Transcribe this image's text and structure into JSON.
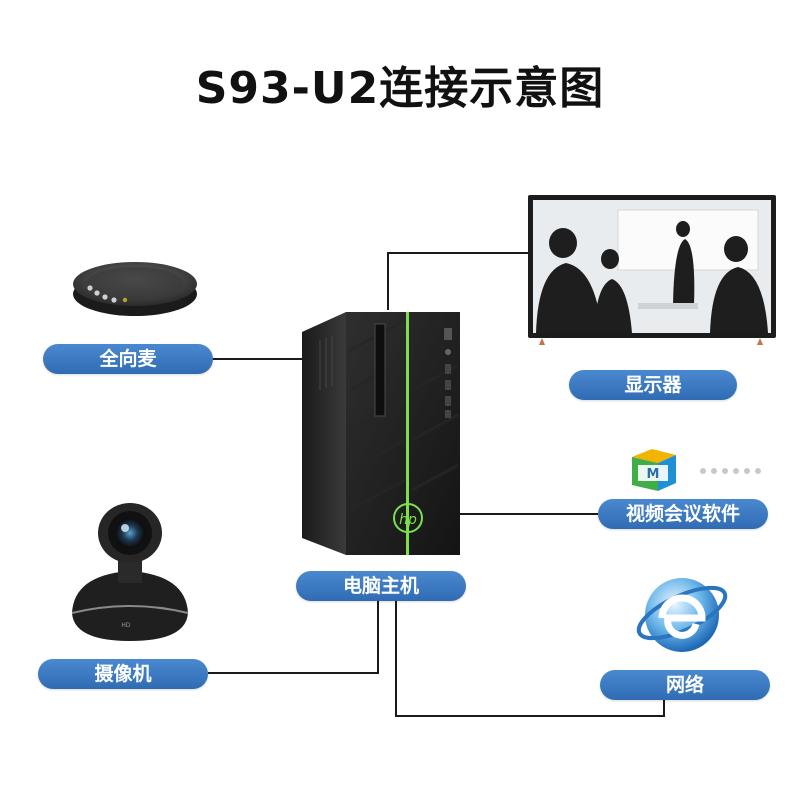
{
  "title": "S93-U2连接示意图",
  "labels": {
    "mic": "全向麦",
    "display": "显示器",
    "software": "视频会议软件",
    "host": "电脑主机",
    "camera": "摄像机",
    "network": "网络"
  },
  "device_marks": {
    "camera_hd": "HD",
    "pc_brand": "hp",
    "software_logo": "M"
  },
  "colors": {
    "pill": "#3a7bc8",
    "line": "#1a1a1a",
    "pc_accent": "#7be04a"
  }
}
